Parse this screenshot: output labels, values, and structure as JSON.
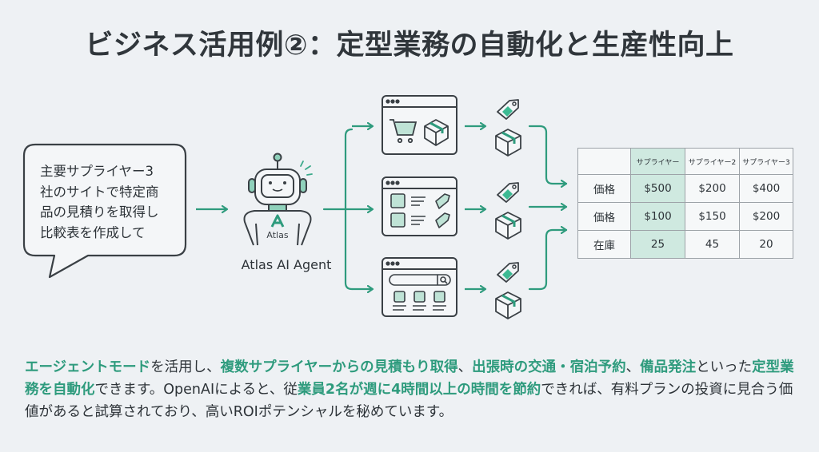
{
  "title": "ビジネス活用例②：定型業務の自動化と生産性向上",
  "request_bubble": {
    "lines": [
      "主要サプライヤー3",
      "社のサイトで特定商",
      "品の見積りを取得し",
      "比較表を作成して"
    ]
  },
  "agent": {
    "logo_text": "Atlas",
    "label": "Atlas AI Agent"
  },
  "sites": [
    {
      "type": "shop",
      "icons": [
        "cart-icon",
        "box-icon"
      ]
    },
    {
      "type": "catalog",
      "icons": [
        "thumbnail-icon",
        "price-tag-icon"
      ]
    },
    {
      "type": "search",
      "icons": [
        "search-icon",
        "product-grid"
      ]
    }
  ],
  "results": [
    {
      "icons": [
        "price-tag-icon",
        "box-icon"
      ]
    },
    {
      "icons": [
        "price-tag-icon",
        "box-icon"
      ]
    },
    {
      "icons": [
        "price-tag-icon",
        "box-icon"
      ]
    }
  ],
  "comparison_table": {
    "headers": [
      "",
      "サプライヤー",
      "サプライヤー2",
      "サプライヤー3"
    ],
    "rows": [
      [
        "価格",
        "$500",
        "$200",
        "$400"
      ],
      [
        "価格",
        "$100",
        "$150",
        "$200"
      ],
      [
        "在庫",
        "25",
        "45",
        "20"
      ]
    ],
    "highlighted_column": 1
  },
  "body": {
    "segments": [
      {
        "text": "エージェントモード",
        "hl": true
      },
      {
        "text": "を活用し、",
        "hl": false
      },
      {
        "text": "複数サプライヤーからの見積もり取得",
        "hl": true
      },
      {
        "text": "、",
        "hl": false
      },
      {
        "text": "出張時の交通・宿泊予約",
        "hl": true
      },
      {
        "text": "、",
        "hl": false
      },
      {
        "text": "備品発注",
        "hl": true
      },
      {
        "text": "といった",
        "hl": false
      },
      {
        "text": "定型業務を自動化",
        "hl": true
      },
      {
        "text": "できます。OpenAIによると、従",
        "hl": false
      },
      {
        "text": "業員2名が週に4時間以上の時間を節約",
        "hl": true
      },
      {
        "text": "できれば、有料プランの投資に見合う価値があると試算されており、高いROIポテンシャルを秘めています。",
        "hl": false
      }
    ]
  },
  "colors": {
    "accent": "#2e9b7d",
    "accent_light": "#bfe3d6",
    "stroke": "#3a4045",
    "background": "#eef1f4"
  }
}
